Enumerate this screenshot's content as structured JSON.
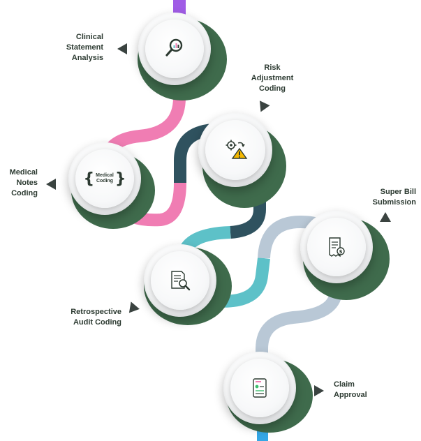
{
  "steps": [
    {
      "id": "clinical",
      "label_lines": [
        "Clinical",
        "Statement",
        "Analysis"
      ],
      "icon": "magnifier-chart-icon"
    },
    {
      "id": "risk",
      "label_lines": [
        "Risk",
        "Adjustment",
        "Coding"
      ],
      "icon": "gear-warning-icon"
    },
    {
      "id": "medical",
      "label_lines": [
        "Medical",
        "Notes",
        "Coding"
      ],
      "icon": "medical-coding-badge",
      "badge_lines": [
        "Medical",
        "Coding"
      ]
    },
    {
      "id": "superbill",
      "label_lines": [
        "Super Bill",
        "Submission"
      ],
      "icon": "receipt-dollar-icon"
    },
    {
      "id": "retro",
      "label_lines": [
        "Retrospective",
        "Audit Coding"
      ],
      "icon": "document-search-icon"
    },
    {
      "id": "claim",
      "label_lines": [
        "Claim",
        "Approval"
      ],
      "icon": "claim-form-icon"
    }
  ],
  "colors": {
    "top_stub": "#a05ce6",
    "pink": "#f07db3",
    "dark_teal": "#2f525f",
    "aqua": "#5dc1c8",
    "light_blue": "#b9c8d6",
    "bottom_stub": "#35a7e6",
    "shadow_green": "#3f6b4c",
    "text": "#2c3a31",
    "arrow": "#3a4340"
  }
}
